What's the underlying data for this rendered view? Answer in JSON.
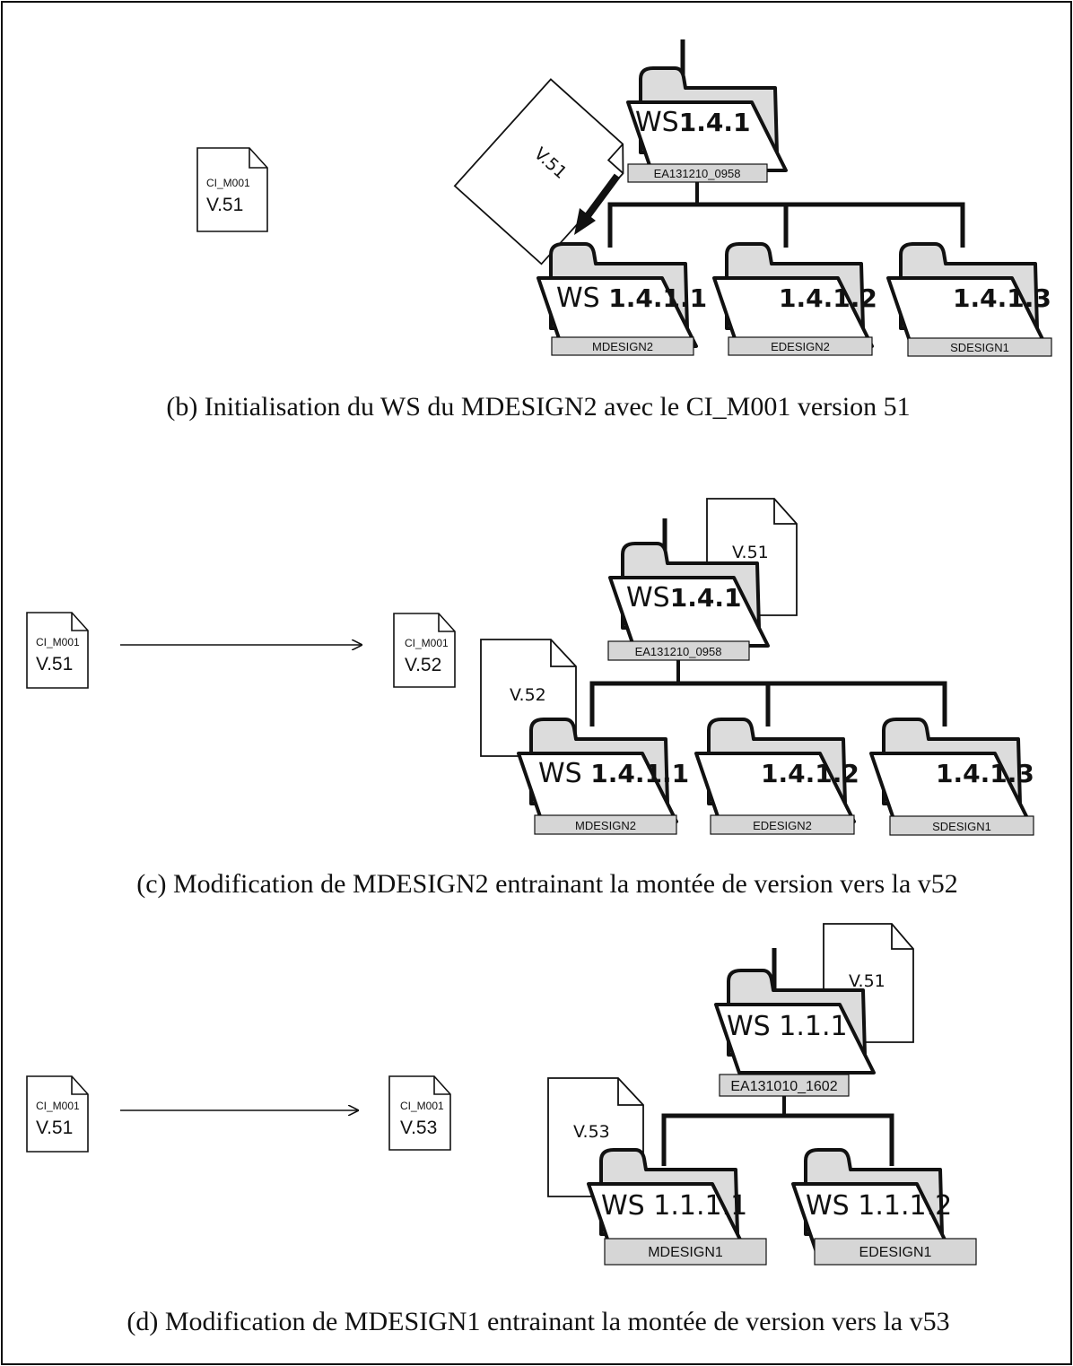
{
  "panels": [
    {
      "caption": "(b) Initialisation du WS du MDESIGN2 avec le CI_M001 version 51",
      "doc_left": {
        "ci": "CI_M001",
        "ver": "V.51"
      },
      "parent": {
        "ws": "WS",
        "num": "1.4.1",
        "tag": "EA131210_0958"
      },
      "children": [
        {
          "ws": "WS",
          "num": "1.4.1.1",
          "tag": "MDESIGN2"
        },
        {
          "ws": "",
          "num": "1.4.1.2",
          "tag": "EDESIGN2"
        },
        {
          "ws": "",
          "num": "1.4.1.3",
          "tag": "SDESIGN1"
        }
      ],
      "floating_doc": "V.51"
    },
    {
      "caption": "(c) Modification de MDESIGN2 entrainant la montée de version vers la v52",
      "doc_left": {
        "ci": "CI_M001",
        "ver": "V.51"
      },
      "doc_mid": {
        "ci": "CI_M001",
        "ver": "V.52"
      },
      "parent": {
        "ws": "WS",
        "num": "1.4.1",
        "tag": "EA131210_0958",
        "doc": "V.51"
      },
      "children": [
        {
          "ws": "WS",
          "num": "1.4.1.1",
          "tag": "MDESIGN2",
          "doc": "V.52"
        },
        {
          "ws": "",
          "num": "1.4.1.2",
          "tag": "EDESIGN2"
        },
        {
          "ws": "",
          "num": "1.4.1.3",
          "tag": "SDESIGN1"
        }
      ]
    },
    {
      "caption": "(d) Modification de MDESIGN1 entrainant la montée de version vers la v53",
      "doc_left": {
        "ci": "CI_M001",
        "ver": "V.51"
      },
      "doc_mid": {
        "ci": "CI_M001",
        "ver": "V.53"
      },
      "parent": {
        "label": "WS 1.1.1",
        "tag": "EA131010_1602",
        "doc": "V.51"
      },
      "children": [
        {
          "label": "WS 1.1.1.1",
          "tag": "MDESIGN1",
          "doc": "V.53"
        },
        {
          "label": "WS 1.1.1.2",
          "tag": "EDESIGN1"
        }
      ]
    }
  ]
}
